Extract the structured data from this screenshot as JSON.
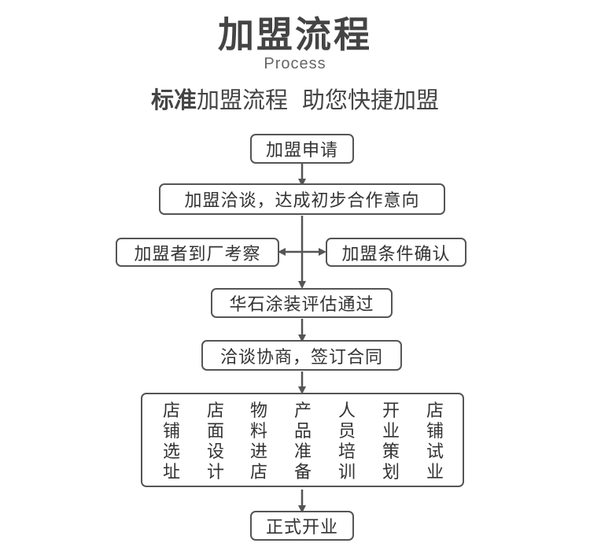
{
  "header": {
    "title": "加盟流程",
    "subtitle": "Process",
    "tagline_bold": "标准",
    "tagline_rest": "加盟流程",
    "tagline_right": "助您快捷加盟"
  },
  "steps": {
    "apply": "加盟申请",
    "negotiate_intent": "加盟洽谈，达成初步合作意向",
    "site_visit": "加盟者到厂考察",
    "conditions": "加盟条件确认",
    "evaluation": "华石涂装评估通过",
    "sign": "洽谈协商，签订合同",
    "opening": "正式开业"
  },
  "prep_columns": [
    "店铺选址",
    "店面设计",
    "物料进店",
    "产品准备",
    "人员培训",
    "开业策划",
    "店铺试业"
  ],
  "colors": {
    "border": "#555555",
    "arrow": "#555555",
    "text": "#333333"
  }
}
